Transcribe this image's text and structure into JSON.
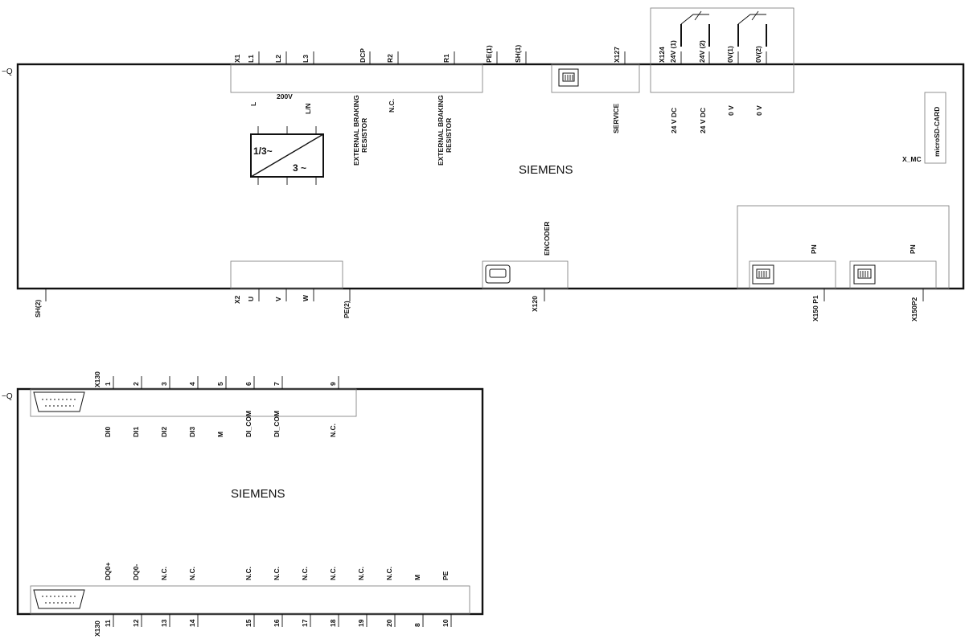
{
  "top": {
    "ref": "−Q",
    "brand": "SIEMENS",
    "terminal_labels": [
      "X1",
      "L1",
      "L2",
      "L3",
      "DCP",
      "R2",
      "R1",
      "PE(1)",
      "SH(1)",
      "X127",
      "X124",
      "24V (1)",
      "24V (2)",
      "0V(1)",
      "0V(2)"
    ],
    "inner_labels": [
      "L",
      "200V",
      "L/N",
      "EXTERNAL BRAKING",
      "RESISTOR",
      "N.C.",
      "EXTERNAL BRAKING",
      "RESISTOR",
      "SERVICE",
      "24 V DC",
      "24 V DC",
      "0 V",
      "0 V",
      "microSD-CARD",
      "X_MC",
      "ENCODER",
      "PN",
      "PN"
    ],
    "converter": {
      "in": "1/3~",
      "out": "3 ~"
    },
    "bottom_labels": [
      "SH(2)",
      "X2",
      "U",
      "V",
      "W",
      "PE(2)",
      "X120",
      "X150 P1",
      "X150P2"
    ]
  },
  "bottom": {
    "ref": "−Q",
    "brand": "SIEMENS",
    "connector": "X130",
    "top_pins": [
      "1",
      "2",
      "3",
      "4",
      "5",
      "6",
      "7",
      "9"
    ],
    "top_signals": [
      "DI0",
      "DI1",
      "DI2",
      "DI3",
      "M",
      "DI_COM",
      "DI_COM",
      "N.C."
    ],
    "bottom_signals": [
      "DQ0+",
      "DQ0-",
      "N.C.",
      "N.C.",
      "N.C.",
      "N.C.",
      "N.C.",
      "N.C.",
      "N.C.",
      "N.C.",
      "M",
      "PE"
    ],
    "bottom_pins": [
      "11",
      "12",
      "13",
      "14",
      "15",
      "16",
      "17",
      "18",
      "19",
      "20",
      "8",
      "10"
    ]
  }
}
